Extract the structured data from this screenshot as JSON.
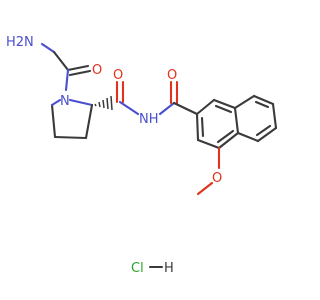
{
  "molecule": {
    "labels": {
      "h2n": "H2N",
      "nh": "NH",
      "n_ring": "N",
      "o_amide1": "O",
      "o_amide2": "O",
      "o_amide3": "O",
      "o_methoxy": "O",
      "hcl_cl": "Cl",
      "hcl_h": "H"
    },
    "colors": {
      "carbon": "#3a3a3a",
      "nitrogen": "#4a4fcf",
      "oxygen": "#e0321c",
      "chlorine": "#2aa12a"
    }
  }
}
